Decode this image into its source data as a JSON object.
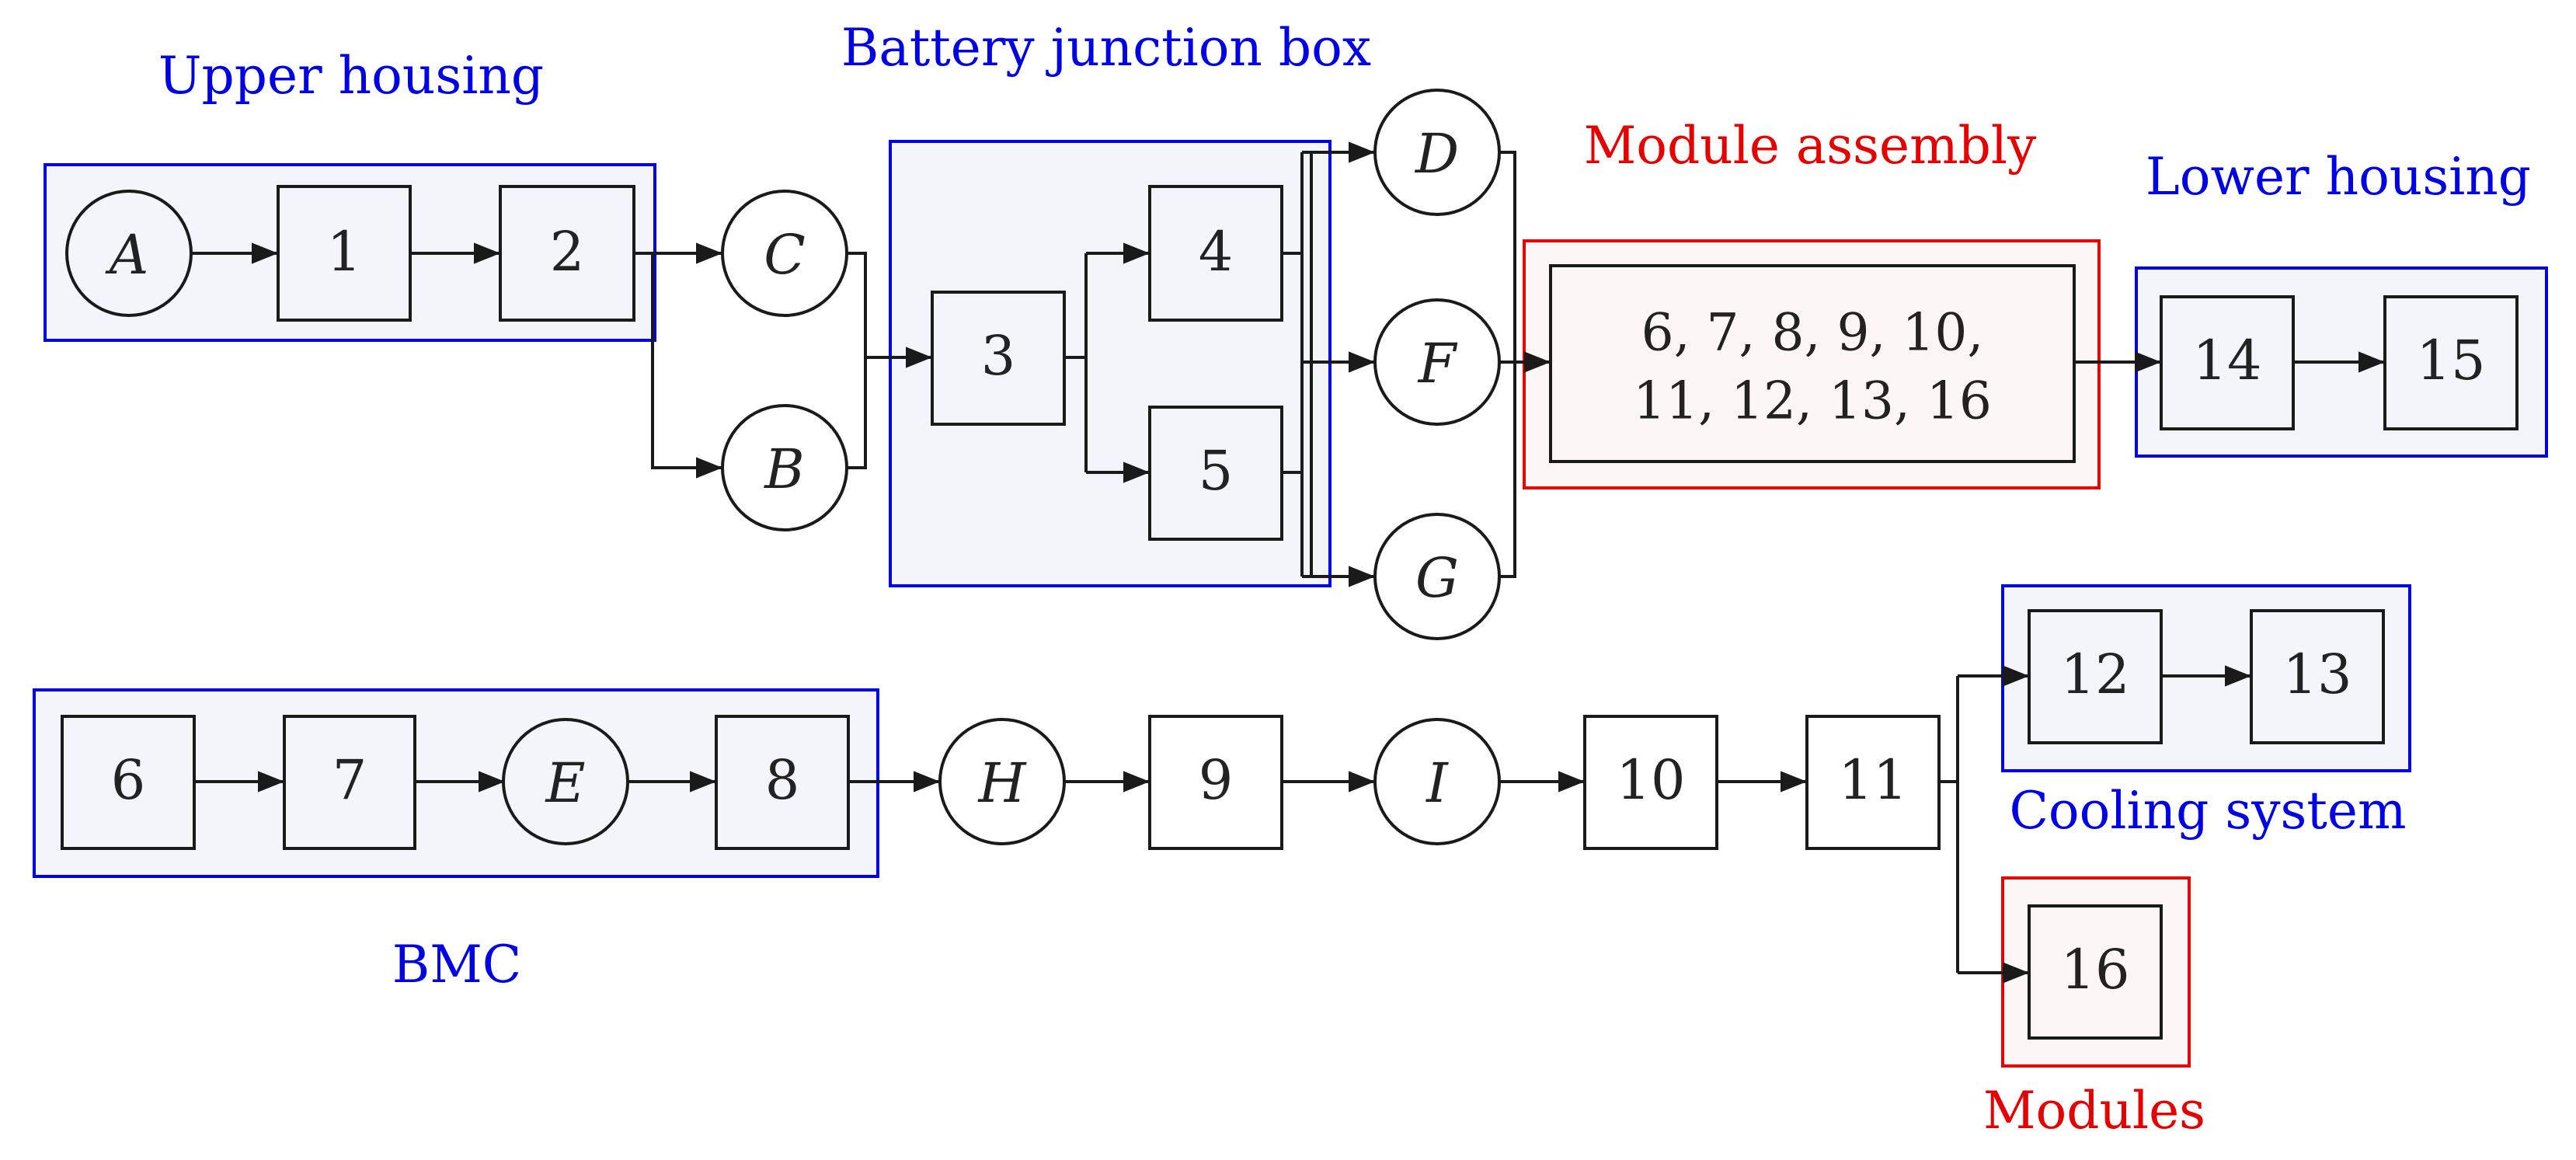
{
  "colors": {
    "blue": "#0000e6",
    "red": "#e60000",
    "blue_fill": "#f4f4fb",
    "red_fill": "#fdf6f6",
    "stroke": "#1a1a1a"
  },
  "groups": {
    "upper_housing": "Upper housing",
    "battery_junction_box": "Battery junction box",
    "module_assembly": "Module assembly",
    "lower_housing": "Lower housing",
    "bmc": "BMC",
    "cooling_system": "Cooling system",
    "modules": "Modules"
  },
  "nodes": {
    "A": "A",
    "B": "B",
    "C": "C",
    "D": "D",
    "E": "E",
    "F": "F",
    "G": "G",
    "H": "H",
    "I": "I",
    "n1": "1",
    "n2": "2",
    "n3": "3",
    "n4": "4",
    "n5": "5",
    "n6": "6",
    "n7": "7",
    "n8": "8",
    "n9": "9",
    "n10": "10",
    "n11": "11",
    "n12": "12",
    "n13": "13",
    "n14": "14",
    "n15": "15",
    "n16": "16",
    "assembly_line1": "6, 7, 8, 9, 10,",
    "assembly_line2": "11, 12, 13, 16"
  }
}
